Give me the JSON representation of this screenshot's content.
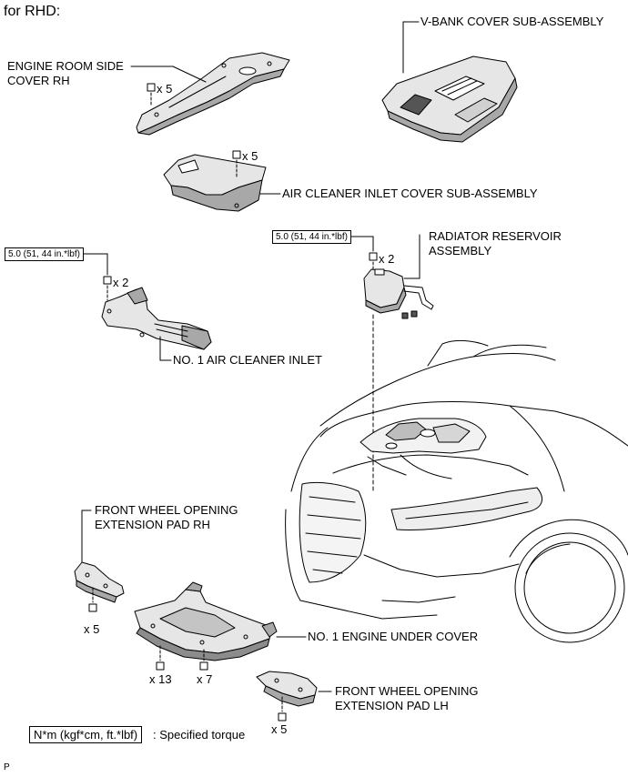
{
  "header": {
    "title": "for RHD:"
  },
  "labels": {
    "engine_room_side_cover_rh": [
      "ENGINE ROOM SIDE",
      "COVER RH"
    ],
    "v_bank_cover": "V-BANK COVER SUB-ASSEMBLY",
    "air_cleaner_inlet_cover": "AIR CLEANER INLET COVER SUB-ASSEMBLY",
    "radiator_reservoir": [
      "RADIATOR RESERVOIR",
      "ASSEMBLY"
    ],
    "no1_air_cleaner_inlet": "NO. 1 AIR CLEANER INLET",
    "front_wheel_pad_rh": [
      "FRONT WHEEL OPENING",
      "EXTENSION PAD RH"
    ],
    "no1_engine_under_cover": "NO. 1 ENGINE UNDER COVER",
    "front_wheel_pad_lh": [
      "FRONT WHEEL OPENING",
      "EXTENSION PAD LH"
    ]
  },
  "counts": {
    "side_cover": "x 5",
    "inlet_cover": "x 5",
    "reservoir": "x 2",
    "air_cleaner": "x 2",
    "pad_rh": "x 5",
    "under_13": "x 13",
    "under_7": "x 7",
    "pad_lh": "x 5"
  },
  "torque": {
    "reservoir": "5.0 (51, 44 in.*lbf)",
    "air_cleaner": "5.0 (51, 44 in.*lbf)"
  },
  "legend": {
    "box": "N*m (kgf*cm, ft.*lbf)",
    "text": ": Specified torque"
  },
  "footer": {
    "code": "P"
  },
  "colors": {
    "line": "#000000",
    "part_fill": "#e6e6e6",
    "part_shade": "#a8a8a8",
    "dark": "#555555"
  }
}
